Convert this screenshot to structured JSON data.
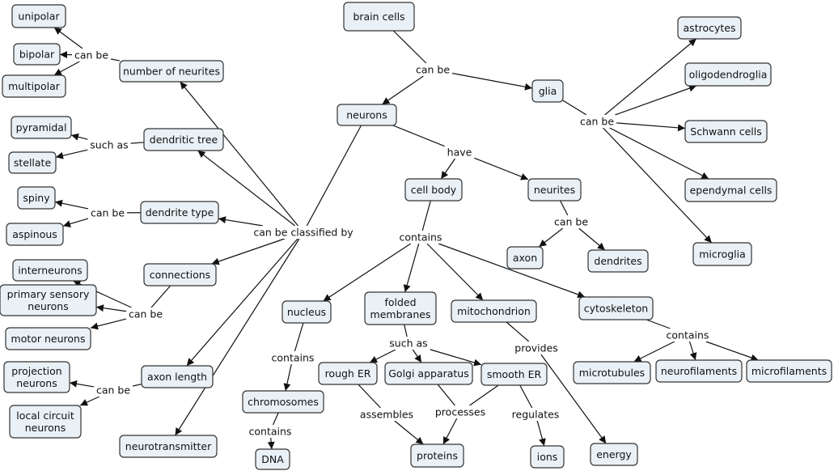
{
  "nodes": [
    {
      "id": "brain",
      "lines": [
        "brain cells"
      ]
    },
    {
      "id": "neurons",
      "lines": [
        "neurons"
      ]
    },
    {
      "id": "glia",
      "lines": [
        "glia"
      ]
    },
    {
      "id": "astro",
      "lines": [
        "astrocytes"
      ]
    },
    {
      "id": "oligo",
      "lines": [
        "oligodendroglia"
      ]
    },
    {
      "id": "schwann",
      "lines": [
        "Schwann cells"
      ]
    },
    {
      "id": "ependymal",
      "lines": [
        "ependymal cells"
      ]
    },
    {
      "id": "microglia",
      "lines": [
        "microglia"
      ]
    },
    {
      "id": "cellbody",
      "lines": [
        "cell body"
      ]
    },
    {
      "id": "neurites",
      "lines": [
        "neurites"
      ]
    },
    {
      "id": "axon",
      "lines": [
        "axon"
      ]
    },
    {
      "id": "dendrites",
      "lines": [
        "dendrites"
      ]
    },
    {
      "id": "nucleus",
      "lines": [
        "nucleus"
      ]
    },
    {
      "id": "folded",
      "lines": [
        "folded",
        "membranes"
      ]
    },
    {
      "id": "mito",
      "lines": [
        "mitochondrion"
      ]
    },
    {
      "id": "cyto",
      "lines": [
        "cytoskeleton"
      ]
    },
    {
      "id": "chromosomes",
      "lines": [
        "chromosomes"
      ]
    },
    {
      "id": "dna",
      "lines": [
        "DNA"
      ]
    },
    {
      "id": "rougher",
      "lines": [
        "rough ER"
      ]
    },
    {
      "id": "golgi",
      "lines": [
        "Golgi apparatus"
      ]
    },
    {
      "id": "smoother",
      "lines": [
        "smooth ER"
      ]
    },
    {
      "id": "proteins",
      "lines": [
        "proteins"
      ]
    },
    {
      "id": "ions",
      "lines": [
        "ions"
      ]
    },
    {
      "id": "energy",
      "lines": [
        "energy"
      ]
    },
    {
      "id": "microtubules",
      "lines": [
        "microtubules"
      ]
    },
    {
      "id": "neurofil",
      "lines": [
        "neurofilaments"
      ]
    },
    {
      "id": "microfil",
      "lines": [
        "microfilaments"
      ]
    },
    {
      "id": "numneurites",
      "lines": [
        "number of neurites"
      ]
    },
    {
      "id": "unipolar",
      "lines": [
        "unipolar"
      ]
    },
    {
      "id": "bipolar",
      "lines": [
        "bipolar"
      ]
    },
    {
      "id": "multipolar",
      "lines": [
        "multipolar"
      ]
    },
    {
      "id": "dendtree",
      "lines": [
        "dendritic tree"
      ]
    },
    {
      "id": "pyramidal",
      "lines": [
        "pyramidal"
      ]
    },
    {
      "id": "stellate",
      "lines": [
        "stellate"
      ]
    },
    {
      "id": "denddtype",
      "lines": [
        "dendrite type"
      ]
    },
    {
      "id": "spiny",
      "lines": [
        "spiny"
      ]
    },
    {
      "id": "aspinous",
      "lines": [
        "aspinous"
      ]
    },
    {
      "id": "connections",
      "lines": [
        "connections"
      ]
    },
    {
      "id": "interneurons",
      "lines": [
        "interneurons"
      ]
    },
    {
      "id": "primary",
      "lines": [
        "primary sensory",
        "neurons"
      ]
    },
    {
      "id": "motor",
      "lines": [
        "motor neurons"
      ]
    },
    {
      "id": "axonlen",
      "lines": [
        "axon length"
      ]
    },
    {
      "id": "projection",
      "lines": [
        "projection",
        "neurons"
      ]
    },
    {
      "id": "localcircuit",
      "lines": [
        "local circuit",
        "neurons"
      ]
    },
    {
      "id": "neurotrans",
      "lines": [
        "neurotransmitter"
      ]
    }
  ],
  "links": [
    {
      "id": "l_canbe1",
      "text": "can be"
    },
    {
      "id": "l_canbe_glia",
      "text": "can be"
    },
    {
      "id": "l_have",
      "text": "have"
    },
    {
      "id": "l_canbe_neur",
      "text": "can be"
    },
    {
      "id": "l_contains1",
      "text": "contains"
    },
    {
      "id": "l_suchas_fold",
      "text": "such as"
    },
    {
      "id": "l_provides",
      "text": "provides"
    },
    {
      "id": "l_contains_cyto",
      "text": "contains"
    },
    {
      "id": "l_contains_nuc",
      "text": "contains"
    },
    {
      "id": "l_contains_chr",
      "text": "contains"
    },
    {
      "id": "l_assembles",
      "text": "assembles"
    },
    {
      "id": "l_processes",
      "text": "processes"
    },
    {
      "id": "l_regulates",
      "text": "regulates"
    },
    {
      "id": "l_classified",
      "text": "can be classified by"
    },
    {
      "id": "l_canbe_num",
      "text": "can be"
    },
    {
      "id": "l_suchas_tree",
      "text": "such as"
    },
    {
      "id": "l_canbe_dtype",
      "text": "can be"
    },
    {
      "id": "l_canbe_conn",
      "text": "can be"
    },
    {
      "id": "l_canbe_axlen",
      "text": "can be"
    }
  ],
  "edges": [
    {
      "from": "brain",
      "to": "l_canbe1",
      "arrow": false
    },
    {
      "from": "l_canbe1",
      "to": "neurons",
      "arrow": true
    },
    {
      "from": "l_canbe1",
      "to": "glia",
      "arrow": true
    },
    {
      "from": "glia",
      "to": "l_canbe_glia",
      "arrow": false
    },
    {
      "from": "l_canbe_glia",
      "to": "astro",
      "arrow": true
    },
    {
      "from": "l_canbe_glia",
      "to": "oligo",
      "arrow": true
    },
    {
      "from": "l_canbe_glia",
      "to": "schwann",
      "arrow": true
    },
    {
      "from": "l_canbe_glia",
      "to": "ependymal",
      "arrow": true
    },
    {
      "from": "l_canbe_glia",
      "to": "microglia",
      "arrow": true
    },
    {
      "from": "neurons",
      "to": "l_have",
      "arrow": false
    },
    {
      "from": "l_have",
      "to": "cellbody",
      "arrow": true
    },
    {
      "from": "l_have",
      "to": "neurites",
      "arrow": true
    },
    {
      "from": "neurites",
      "to": "l_canbe_neur",
      "arrow": false
    },
    {
      "from": "l_canbe_neur",
      "to": "axon",
      "arrow": true
    },
    {
      "from": "l_canbe_neur",
      "to": "dendrites",
      "arrow": true
    },
    {
      "from": "cellbody",
      "to": "l_contains1",
      "arrow": false
    },
    {
      "from": "l_contains1",
      "to": "nucleus",
      "arrow": true
    },
    {
      "from": "l_contains1",
      "to": "folded",
      "arrow": true
    },
    {
      "from": "l_contains1",
      "to": "mito",
      "arrow": true
    },
    {
      "from": "l_contains1",
      "to": "cyto",
      "arrow": true
    },
    {
      "from": "folded",
      "to": "l_suchas_fold",
      "arrow": false
    },
    {
      "from": "l_suchas_fold",
      "to": "rougher",
      "arrow": true
    },
    {
      "from": "l_suchas_fold",
      "to": "golgi",
      "arrow": true
    },
    {
      "from": "l_suchas_fold",
      "to": "smoother",
      "arrow": true
    },
    {
      "from": "mito",
      "to": "l_provides",
      "arrow": false
    },
    {
      "from": "l_provides",
      "to": "energy",
      "arrow": true
    },
    {
      "from": "cyto",
      "to": "l_contains_cyto",
      "arrow": false
    },
    {
      "from": "l_contains_cyto",
      "to": "microtubules",
      "arrow": true
    },
    {
      "from": "l_contains_cyto",
      "to": "neurofil",
      "arrow": true
    },
    {
      "from": "l_contains_cyto",
      "to": "microfil",
      "arrow": true
    },
    {
      "from": "nucleus",
      "to": "l_contains_nuc",
      "arrow": false
    },
    {
      "from": "l_contains_nuc",
      "to": "chromosomes",
      "arrow": true
    },
    {
      "from": "chromosomes",
      "to": "l_contains_chr",
      "arrow": false
    },
    {
      "from": "l_contains_chr",
      "to": "dna",
      "arrow": true
    },
    {
      "from": "rougher",
      "to": "l_assembles",
      "arrow": false
    },
    {
      "from": "l_assembles",
      "to": "proteins",
      "arrow": true
    },
    {
      "from": "golgi",
      "to": "l_processes",
      "arrow": false
    },
    {
      "from": "smoother",
      "to": "l_processes",
      "arrow": false
    },
    {
      "from": "l_processes",
      "to": "proteins",
      "arrow": true
    },
    {
      "from": "smoother",
      "to": "l_regulates",
      "arrow": false
    },
    {
      "from": "l_regulates",
      "to": "ions",
      "arrow": true
    },
    {
      "from": "neurons",
      "to": "l_classified",
      "arrow": false
    },
    {
      "from": "l_classified",
      "to": "numneurites",
      "arrow": true
    },
    {
      "from": "l_classified",
      "to": "dendtree",
      "arrow": true
    },
    {
      "from": "l_classified",
      "to": "denddtype",
      "arrow": true
    },
    {
      "from": "l_classified",
      "to": "connections",
      "arrow": true
    },
    {
      "from": "l_classified",
      "to": "axonlen",
      "arrow": true
    },
    {
      "from": "l_classified",
      "to": "neurotrans",
      "arrow": true
    },
    {
      "from": "numneurites",
      "to": "l_canbe_num",
      "arrow": false
    },
    {
      "from": "l_canbe_num",
      "to": "unipolar",
      "arrow": true
    },
    {
      "from": "l_canbe_num",
      "to": "bipolar",
      "arrow": true
    },
    {
      "from": "l_canbe_num",
      "to": "multipolar",
      "arrow": true
    },
    {
      "from": "dendtree",
      "to": "l_suchas_tree",
      "arrow": false
    },
    {
      "from": "l_suchas_tree",
      "to": "pyramidal",
      "arrow": true
    },
    {
      "from": "l_suchas_tree",
      "to": "stellate",
      "arrow": true
    },
    {
      "from": "denddtype",
      "to": "l_canbe_dtype",
      "arrow": false
    },
    {
      "from": "l_canbe_dtype",
      "to": "spiny",
      "arrow": true
    },
    {
      "from": "l_canbe_dtype",
      "to": "aspinous",
      "arrow": true
    },
    {
      "from": "connections",
      "to": "l_canbe_conn",
      "arrow": false
    },
    {
      "from": "l_canbe_conn",
      "to": "interneurons",
      "arrow": true
    },
    {
      "from": "l_canbe_conn",
      "to": "primary",
      "arrow": true
    },
    {
      "from": "l_canbe_conn",
      "to": "motor",
      "arrow": true
    },
    {
      "from": "axonlen",
      "to": "l_canbe_axlen",
      "arrow": false
    },
    {
      "from": "l_canbe_axlen",
      "to": "projection",
      "arrow": true
    },
    {
      "from": "l_canbe_axlen",
      "to": "localcircuit",
      "arrow": true
    }
  ]
}
